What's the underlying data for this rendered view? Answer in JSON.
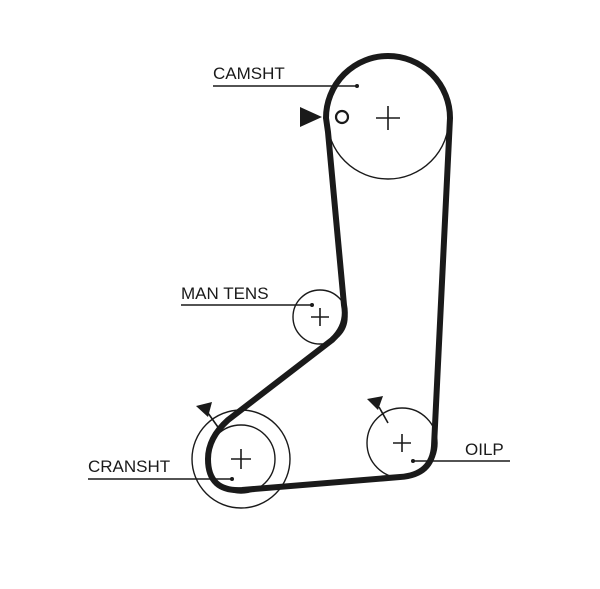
{
  "labels": {
    "camshaft": "CAMSHT",
    "tensioner": "MAN TENS",
    "crankshaft": "CRANSHT",
    "oil_pump": "OILP"
  }
}
